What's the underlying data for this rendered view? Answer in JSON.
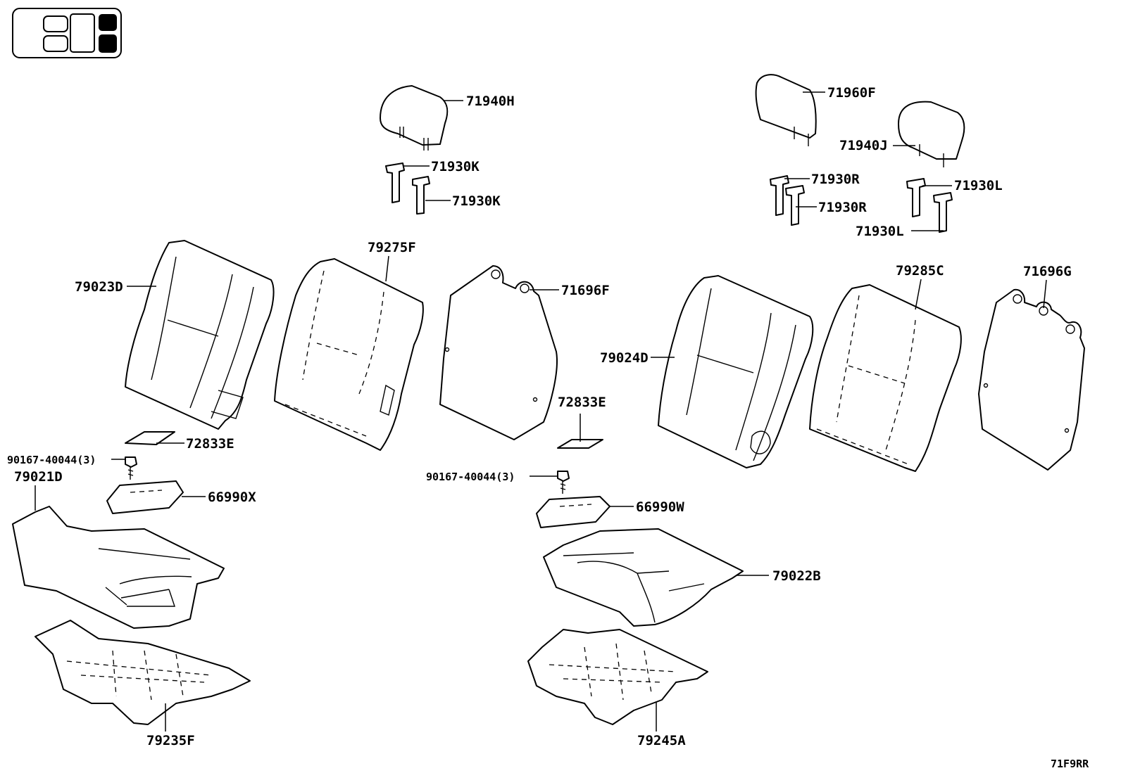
{
  "labels": {
    "p71940H": "71940H",
    "p71930K_a": "71930K",
    "p71930K_b": "71930K",
    "p71960F": "71960F",
    "p71940J": "71940J",
    "p71930R_a": "71930R",
    "p71930R_b": "71930R",
    "p71930L_a": "71930L",
    "p71930L_b": "71930L",
    "p79023D": "79023D",
    "p79275F": "79275F",
    "p71696F": "71696F",
    "p79024D": "79024D",
    "p79285C": "79285C",
    "p71696G": "71696G",
    "p72833E_a": "72833E",
    "p72833E_b": "72833E",
    "p90167_a": "90167-40044(3)",
    "p90167_b": "90167-40044(3)",
    "p79021D": "79021D",
    "p66990X": "66990X",
    "p66990W": "66990W",
    "p79022B": "79022B",
    "p79235F": "79235F",
    "p79245A": "79245A"
  },
  "diagram_code": "71F9RR",
  "colors": {
    "line": "#000000",
    "background": "#ffffff"
  }
}
